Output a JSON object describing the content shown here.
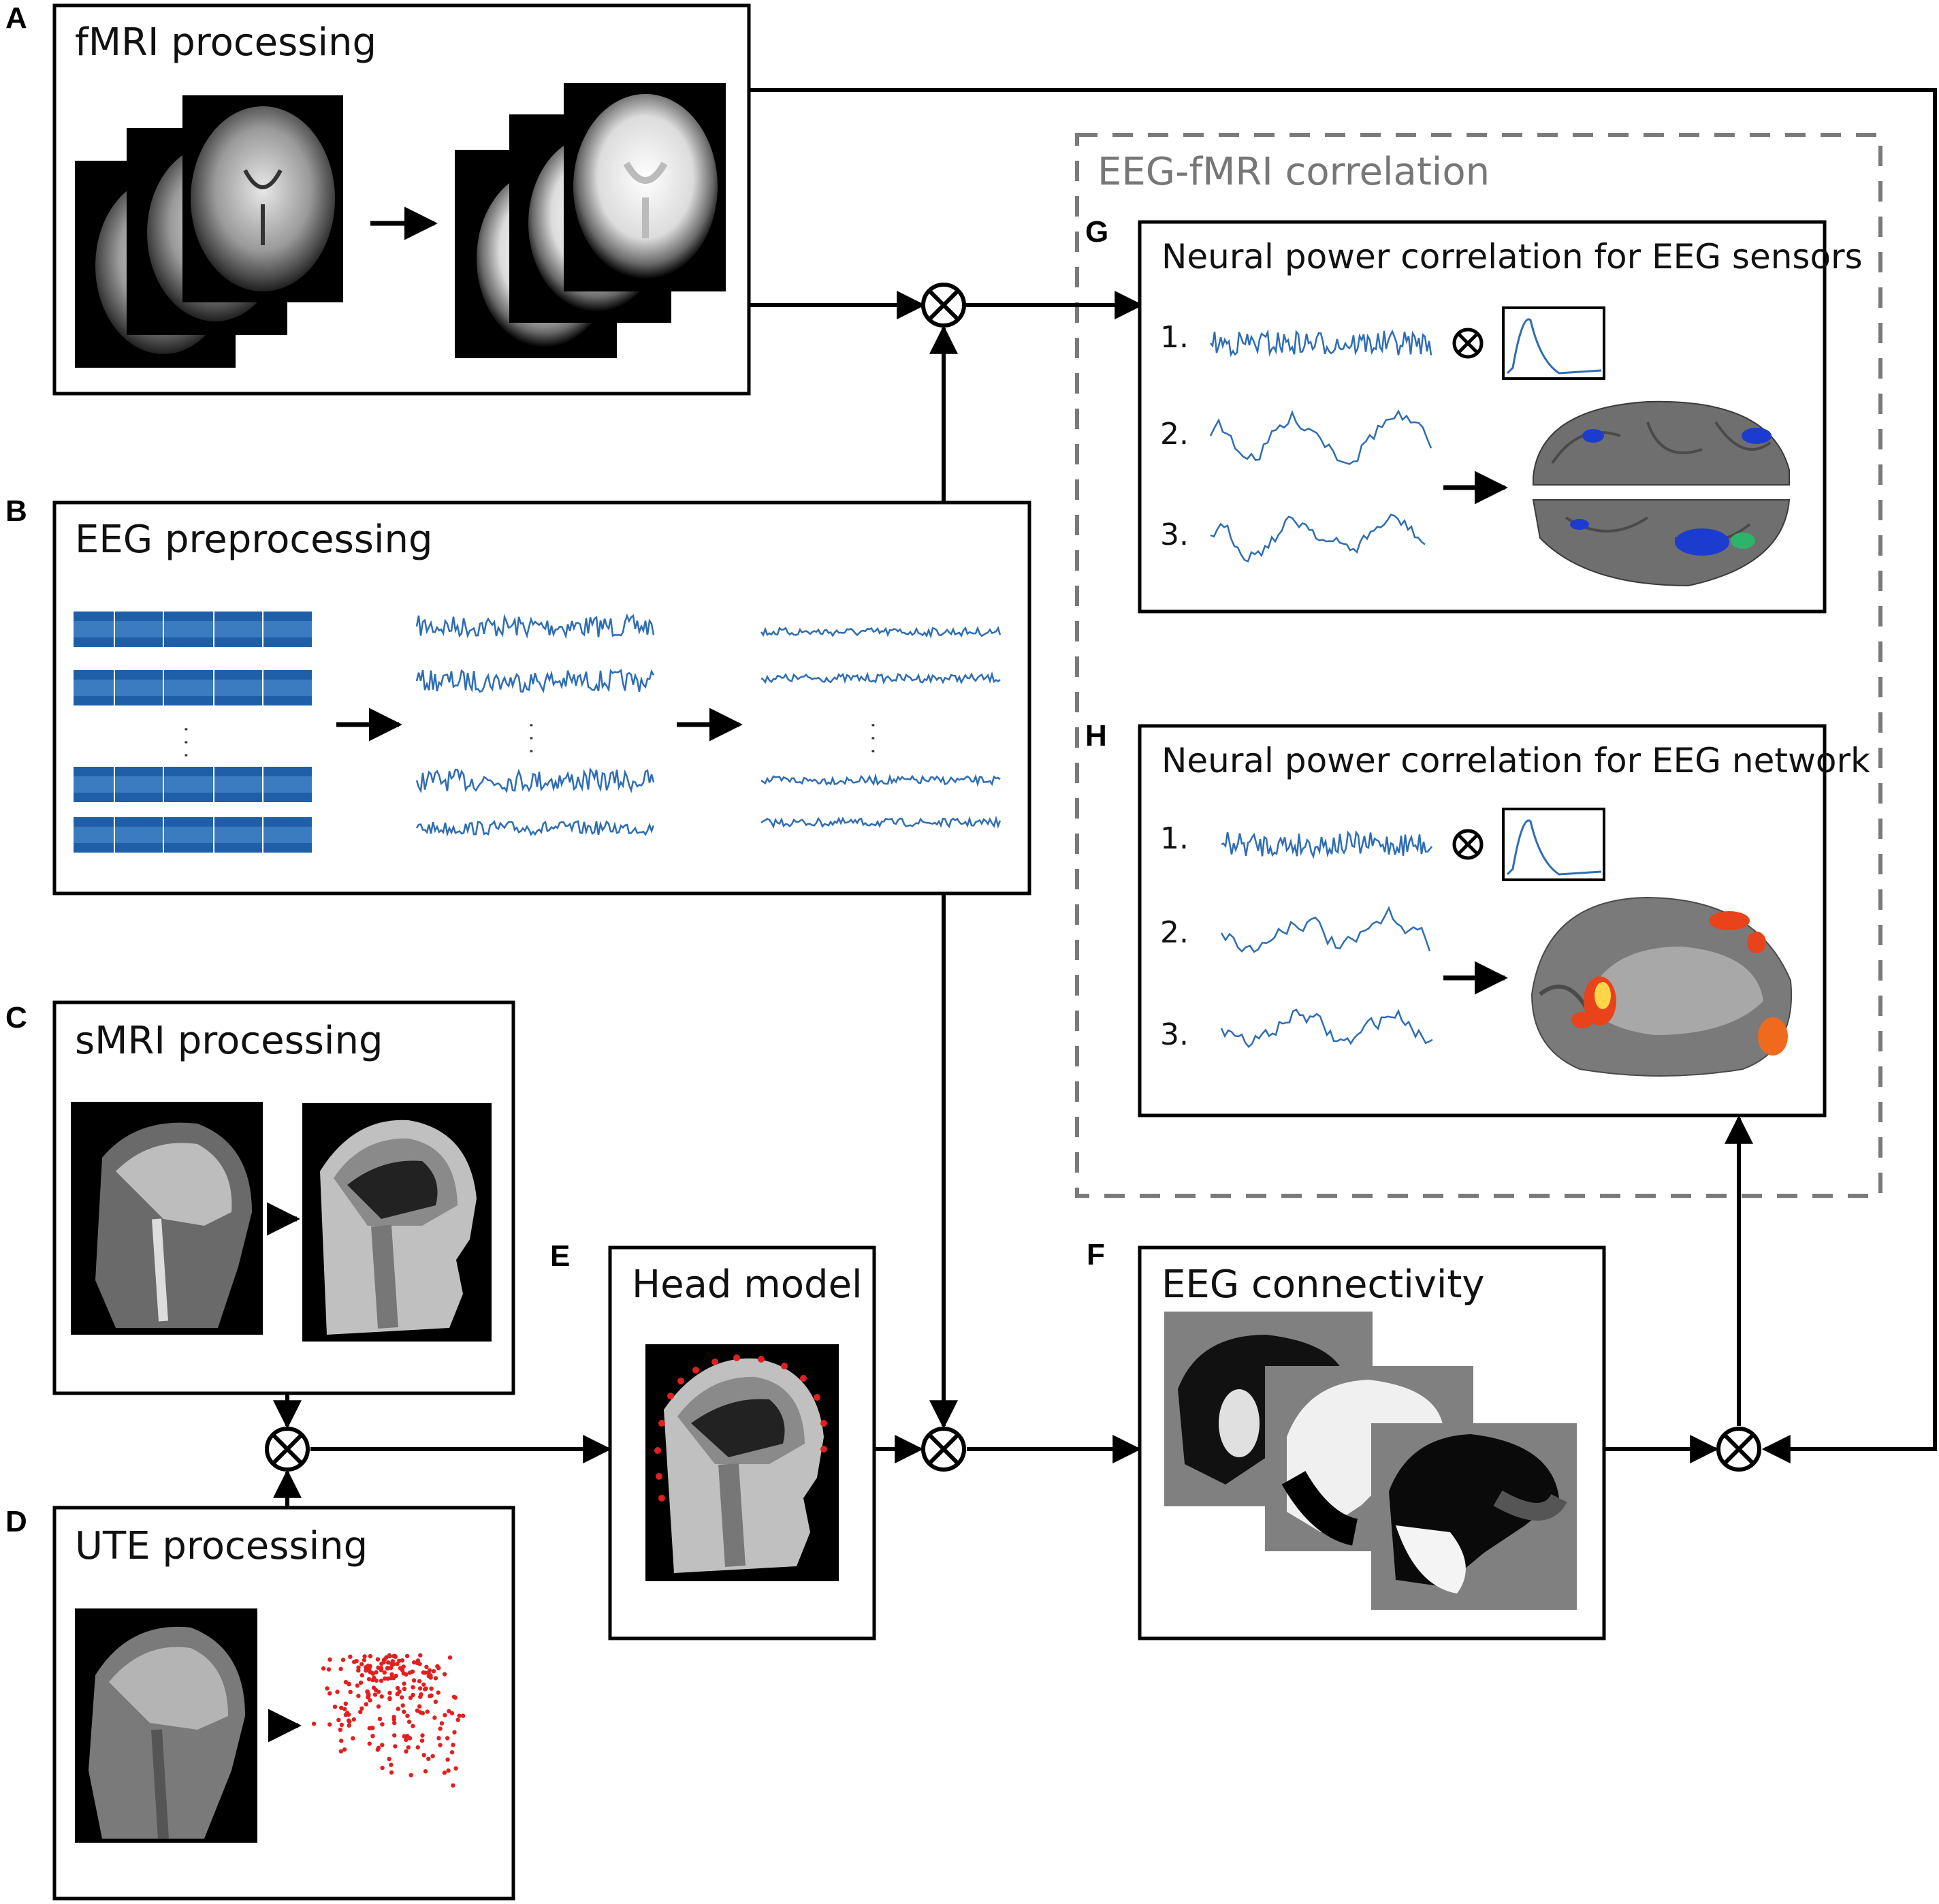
{
  "panels": {
    "A": {
      "letter": "A",
      "title": "fMRI processing"
    },
    "B": {
      "letter": "B",
      "title": "EEG preprocessing"
    },
    "C": {
      "letter": "C",
      "title": "sMRI processing"
    },
    "D": {
      "letter": "D",
      "title": "UTE processing"
    },
    "E": {
      "letter": "E",
      "title": "Head model"
    },
    "F": {
      "letter": "F",
      "title": "EEG connectivity"
    },
    "G": {
      "letter": "G",
      "title": "Neural power correlation for EEG sensors",
      "items": [
        "1.",
        "2.",
        "3."
      ]
    },
    "H": {
      "letter": "H",
      "title": "Neural power correlation for EEG network",
      "items": [
        "1.",
        "2.",
        "3."
      ]
    }
  },
  "correlation_group": {
    "title": "EEG-fMRI correlation"
  },
  "eeg_ellipsis": "· · ·",
  "colors": {
    "eeg_dark": "#1f5fa8",
    "eeg_light": "#4e8fd0",
    "trace": "#2e6db4",
    "dashed_border": "#7a7a7a",
    "electrode": "#e02020",
    "activation_blue": "#1c3ccf",
    "activation_red": "#e8431a"
  }
}
